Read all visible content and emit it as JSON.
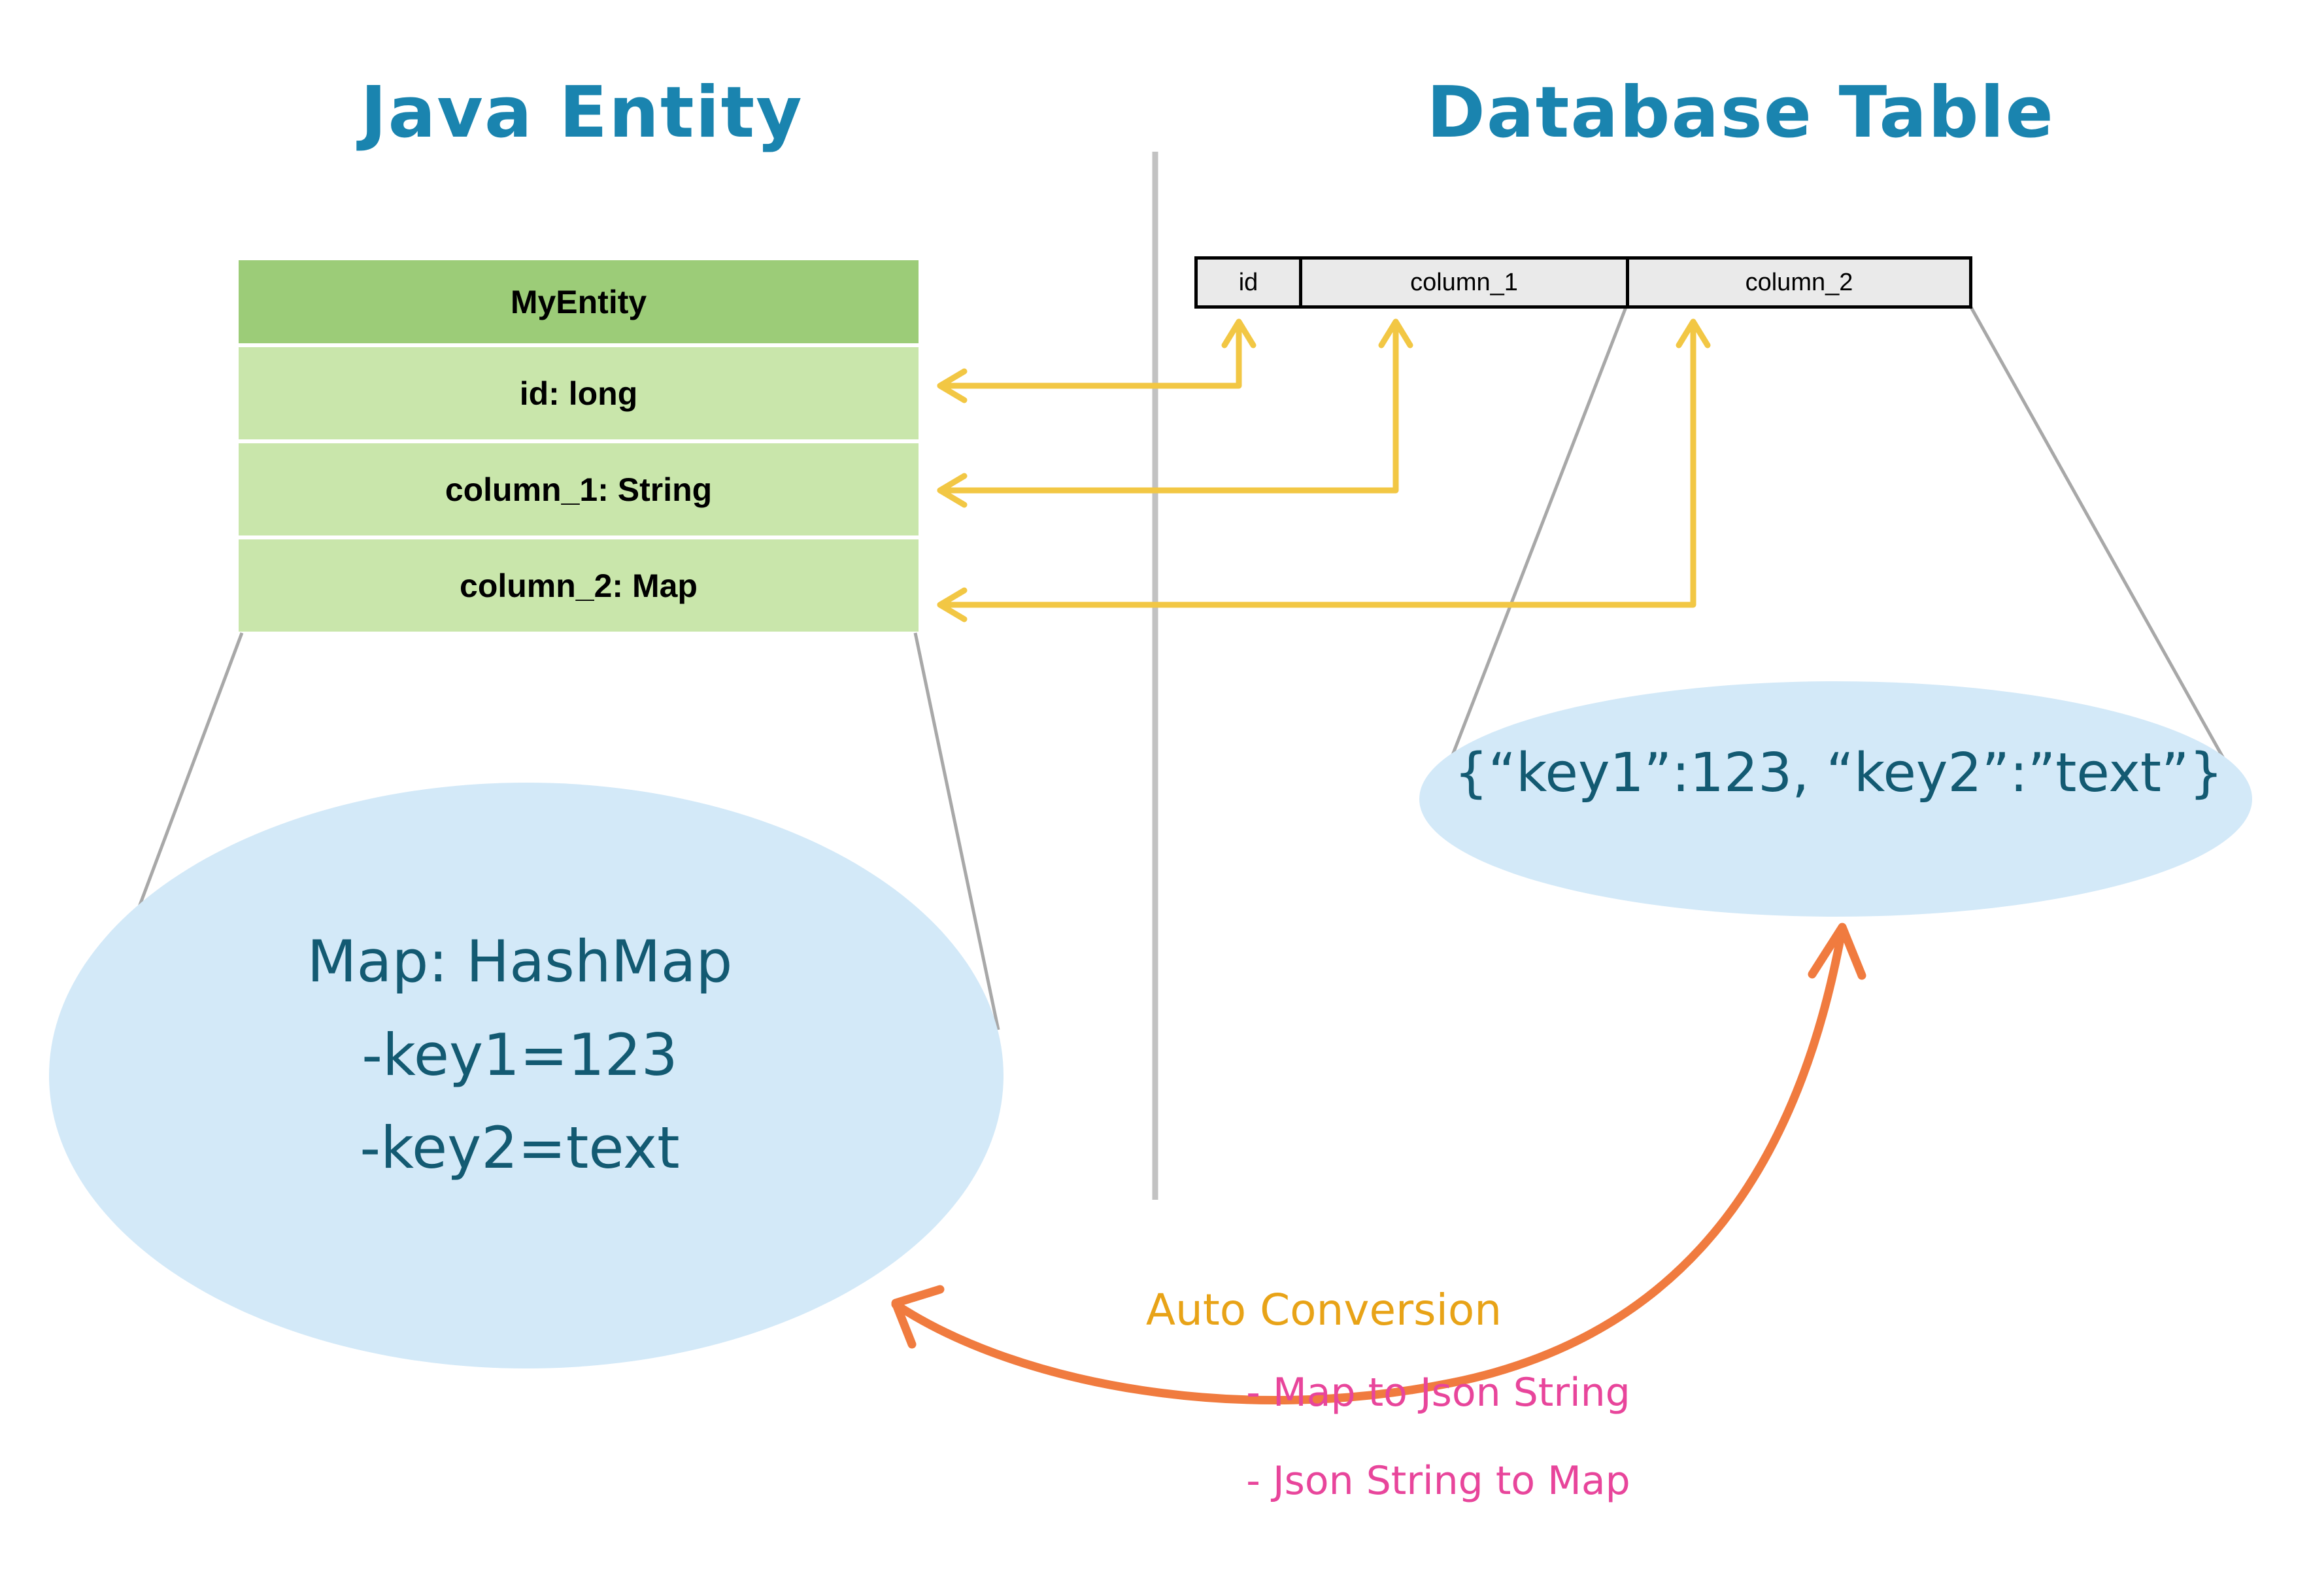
{
  "titles": {
    "left": "Java Entity",
    "right": "Database Table"
  },
  "entity": {
    "name": "MyEntity",
    "fields": [
      "id: long",
      "column_1: String",
      "column_2: Map"
    ]
  },
  "db_table": {
    "columns": [
      "id",
      "column_1",
      "column_2"
    ]
  },
  "callouts": {
    "map_bubble": {
      "lines": [
        "Map: HashMap",
        "-key1=123",
        "-key2=text"
      ]
    },
    "json_bubble": {
      "text": "{“key1”:123, “key2”:”text”}"
    }
  },
  "annotations": {
    "auto_conversion": "Auto Conversion",
    "bullets": [
      "- Map to Json String",
      "- Json String to Map"
    ]
  },
  "colors": {
    "title_teal": "#1A84AF",
    "entity_header_green": "#9CCC78",
    "entity_row_green": "#C9E6AB",
    "bubble_blue": "#D3E9F8",
    "bubble_text_teal": "#135A72",
    "table_header_gray": "#EAEAEA",
    "connector_yellow": "#F2C744",
    "leader_gray": "#B3B3B3",
    "arrow_orange": "#F07B3F",
    "auto_conversion_orange": "#E8A317",
    "bullet_pink": "#E8459B"
  }
}
